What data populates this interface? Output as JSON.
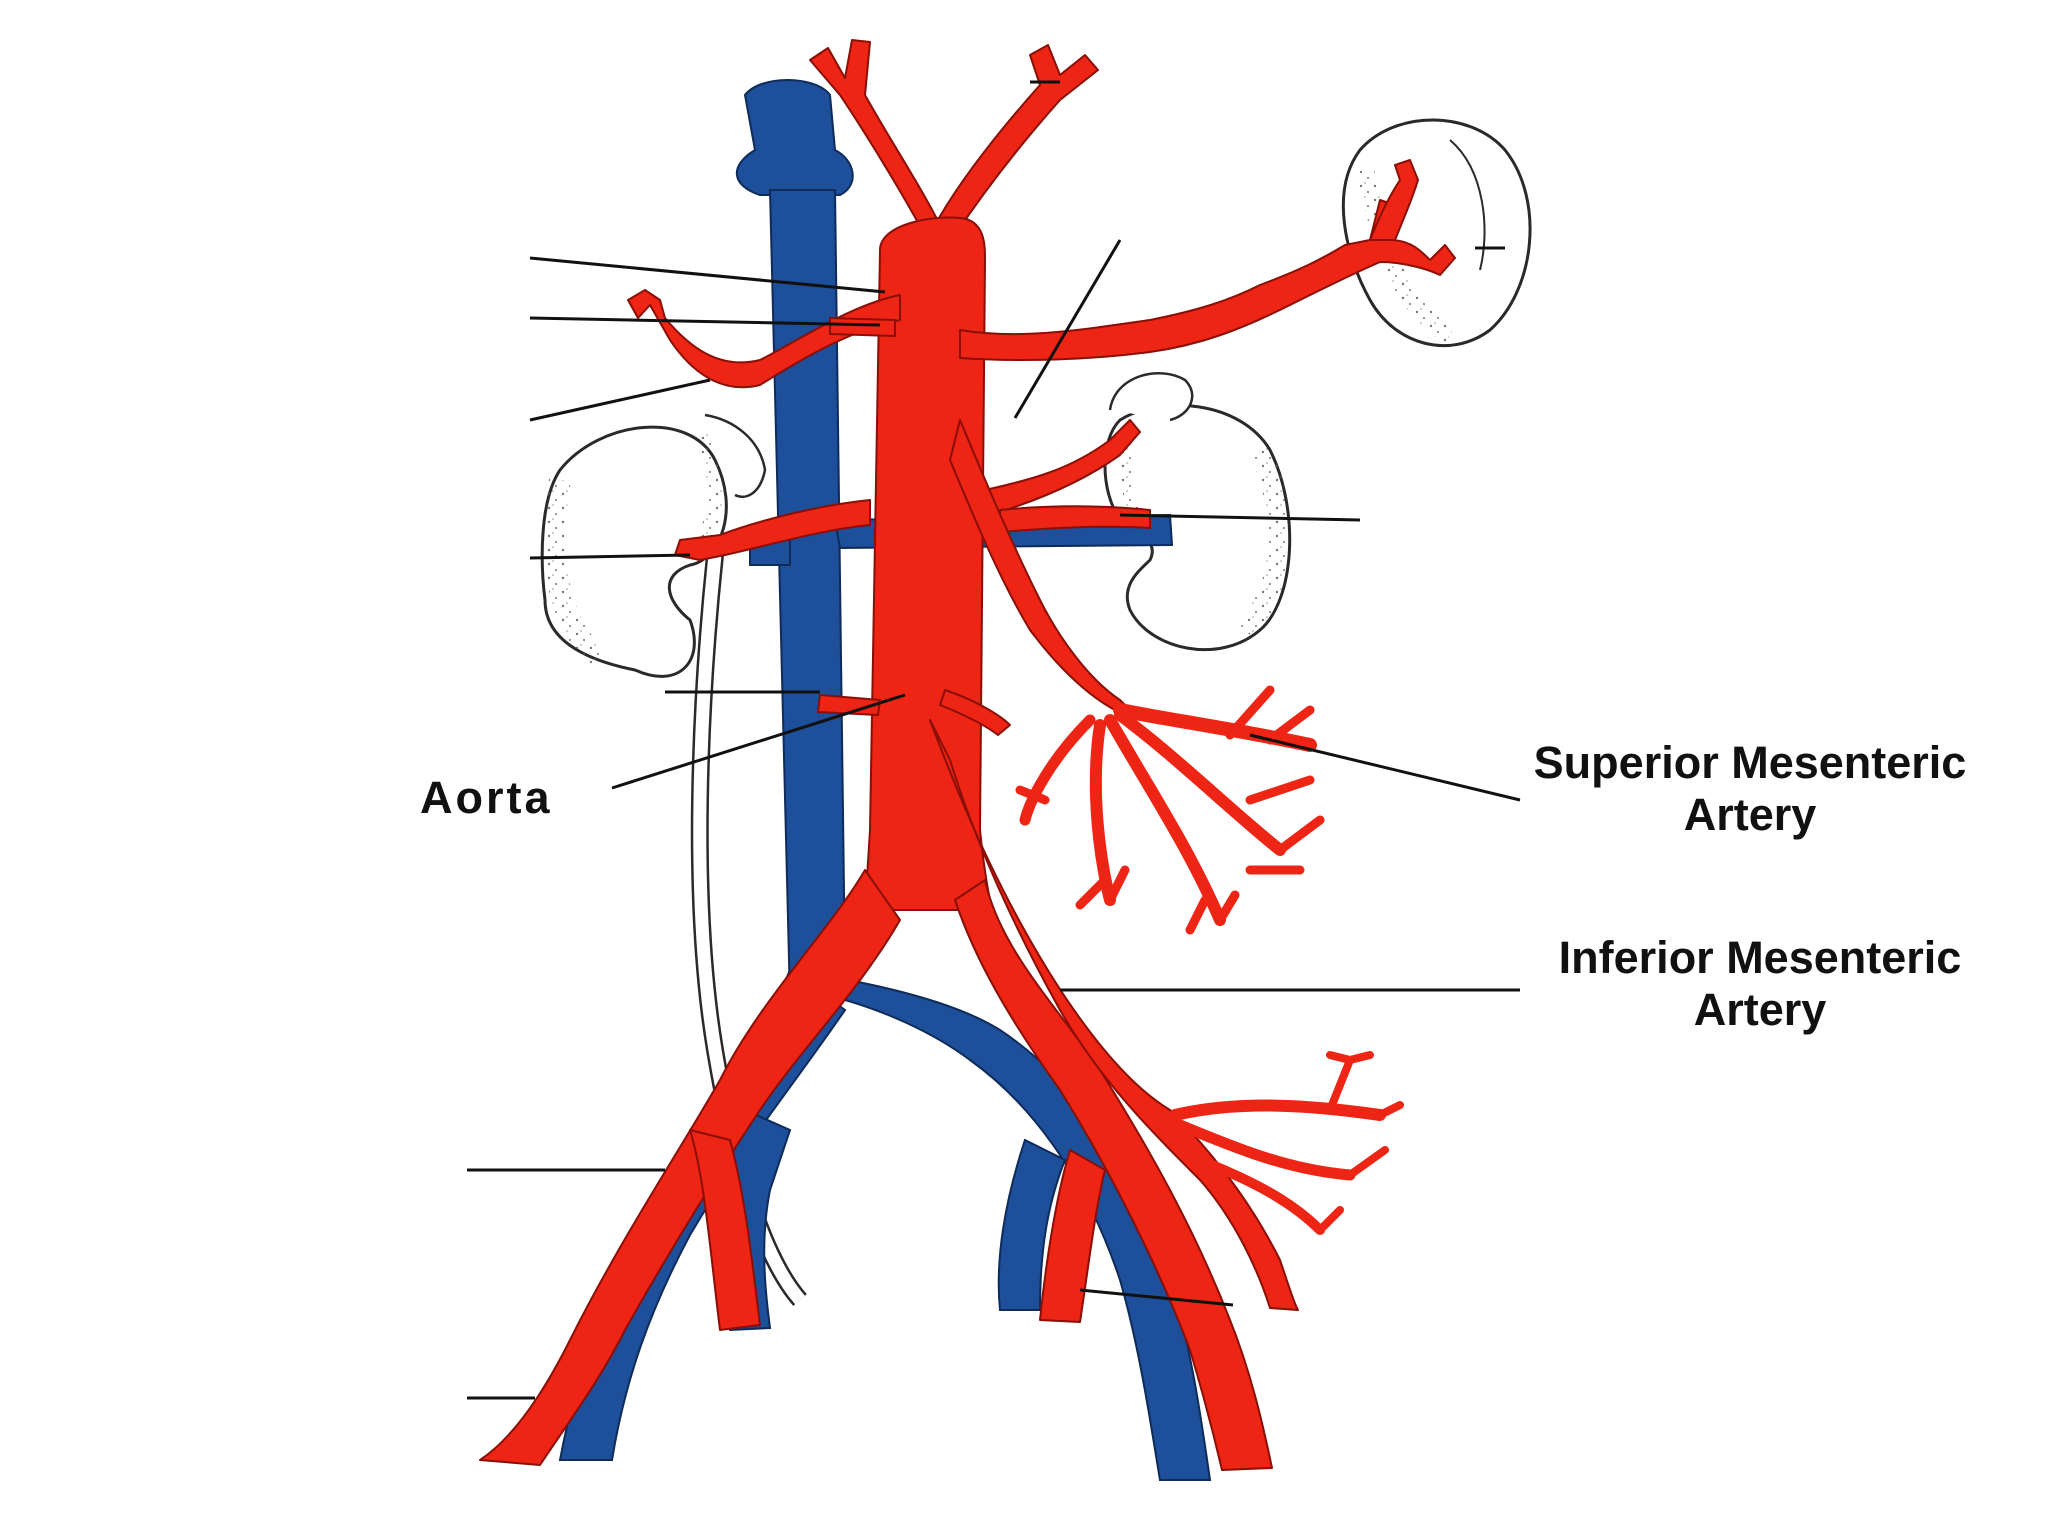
{
  "labels": {
    "aorta": "Aorta",
    "superior_mesenteric_artery": [
      "Superior Mesenteric",
      "Artery"
    ],
    "inferior_mesenteric_artery": [
      "Inferior Mesenteric",
      "Artery"
    ]
  },
  "colors": {
    "artery": "#ee2414",
    "vein": "#1d4f9a",
    "organ_outline": "#2a2a2a",
    "leader_line": "#111111",
    "background": "#ffffff"
  }
}
